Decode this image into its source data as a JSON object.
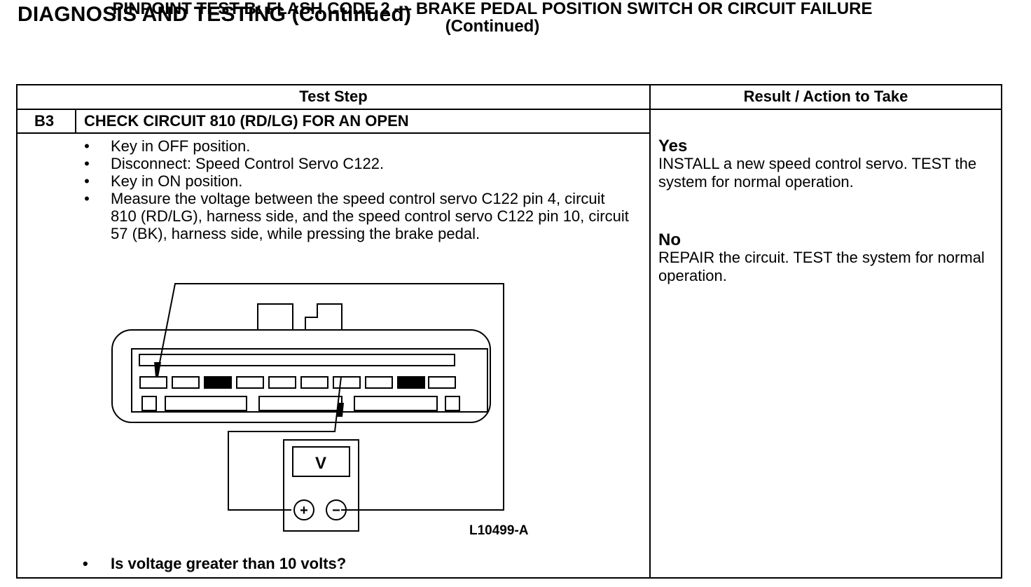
{
  "header": {
    "title": "DIAGNOSIS AND TESTING (Continued)",
    "subtitle_line1": "PINPOINT TEST B: FLASH CODE 2 — BRAKE PEDAL POSITION SWITCH OR CIRCUIT FAILURE",
    "subtitle_line2": "(Continued)"
  },
  "table": {
    "col_test_step": "Test Step",
    "col_result": "Result / Action to Take",
    "step_id": "B3",
    "step_title": "CHECK CIRCUIT 810 (RD/LG) FOR AN OPEN",
    "bullet_symbol": "•",
    "steps": [
      "Key in OFF position.",
      "Disconnect: Speed Control Servo C122.",
      "Key in ON position.",
      "Measure the voltage between the speed control servo C122 pin 4, circuit 810 (RD/LG), harness side, and the speed control servo C122 pin 10, circuit 57 (BK), harness side, while pressing the brake pedal."
    ],
    "question": "Is voltage greater than 10 volts?"
  },
  "figure": {
    "meter_label": "V",
    "plus_symbol": "+",
    "minus_symbol": "−",
    "figure_code": "L10499-A"
  },
  "results": {
    "yes_label": "Yes",
    "yes_text": "INSTALL a new speed control servo. TEST the system for normal operation.",
    "no_label": "No",
    "no_text": "REPAIR the circuit. TEST the system for normal operation."
  }
}
